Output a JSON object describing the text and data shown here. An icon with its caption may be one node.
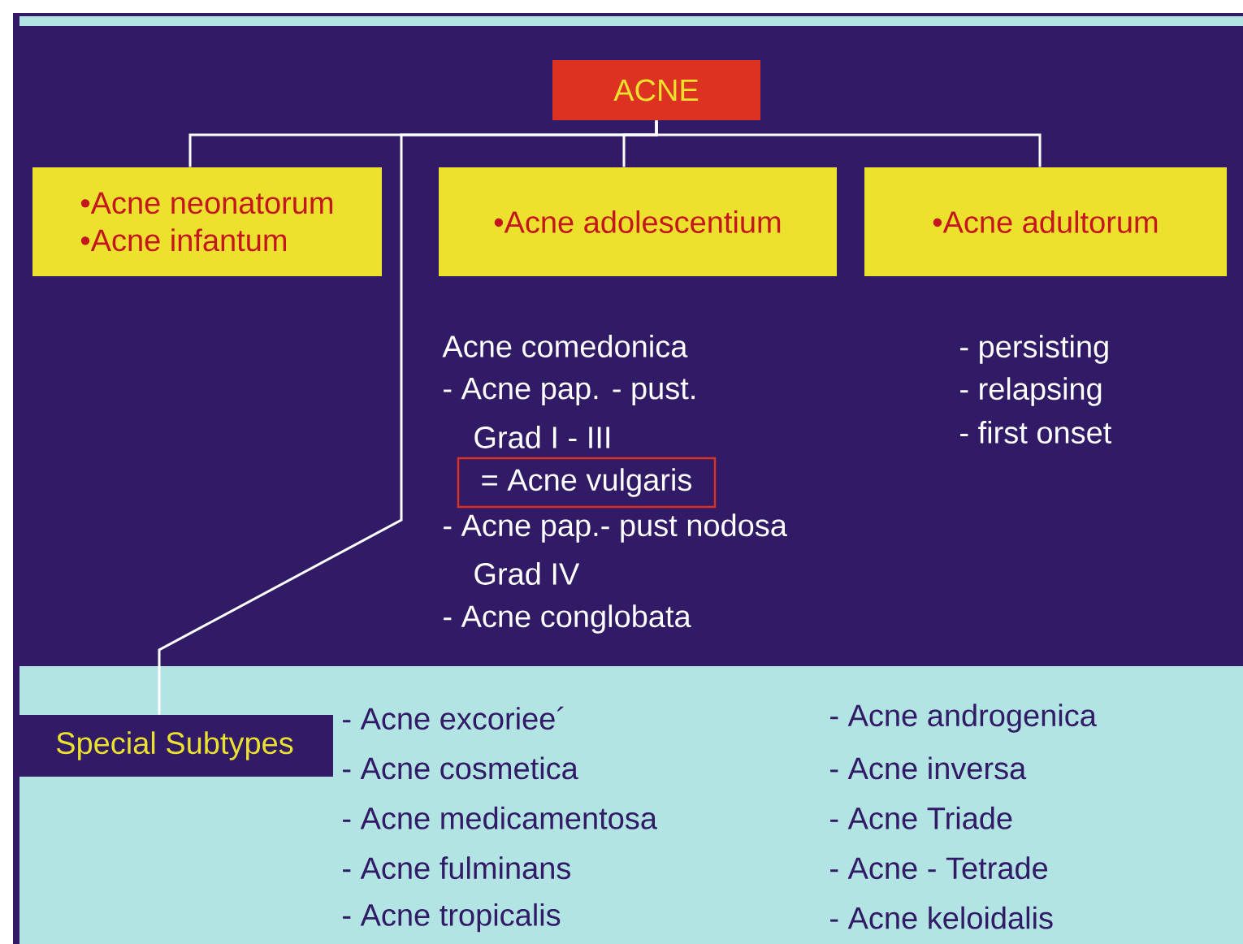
{
  "diagram": {
    "nodes": [
      {
        "text": [
          "ACNE"
        ]
      },
      {
        "text": [
          "•Acne neonatorum",
          "•Acne infantum"
        ]
      },
      {
        "text": [
          "•Acne adolescentium"
        ]
      },
      {
        "text": [
          "•Acne adultorum"
        ]
      },
      {
        "text": [
          "Special Subtypes"
        ]
      },
      {
        "text": [
          "= Acne vulgaris"
        ]
      }
    ],
    "edges": [
      {
        "from": 0,
        "to": 1,
        "arrow": "none"
      },
      {
        "from": 0,
        "to": 2,
        "arrow": "none"
      },
      {
        "from": 0,
        "to": 3,
        "arrow": "none"
      },
      {
        "from": 0,
        "to": 4,
        "arrow": "none"
      }
    ],
    "labels": [
      "Acne comedonica",
      "- Acne pap. - pust.",
      "Grad I - III",
      "- Acne pap.- pust nodosa",
      "Grad IV",
      "- Acne conglobata",
      "- persisting",
      "- relapsing",
      "- first onset",
      "- Acne excoriee´",
      "- Acne cosmetica",
      "- Acne medicamentosa",
      "- Acne fulminans",
      "- Acne tropicalis",
      "- Acne androgenica",
      "- Acne inversa",
      "- Acne Triade",
      "- Acne - Tetrade",
      "- Acne keloidalis"
    ]
  }
}
